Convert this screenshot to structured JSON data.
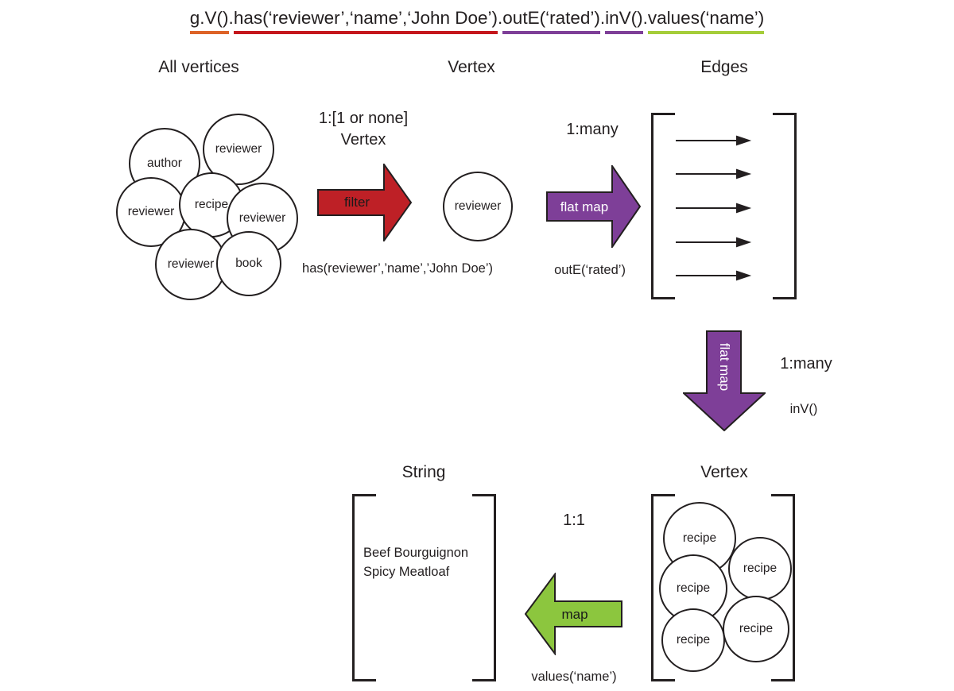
{
  "title": {
    "segments": [
      {
        "text": "g.V()",
        "underline": "#DD6327"
      },
      {
        "text": ".",
        "underline": "transparent"
      },
      {
        "text": "has(‘reviewer’,‘name’,‘John Doe’)",
        "underline": "#C4161C"
      },
      {
        "text": ".",
        "underline": "transparent"
      },
      {
        "text": "outE(‘rated’)",
        "underline": "#7E3F98"
      },
      {
        "text": ".",
        "underline": "transparent"
      },
      {
        "text": "inV()",
        "underline": "#7E3F98"
      },
      {
        "text": ".",
        "underline": "transparent"
      },
      {
        "text": "values(‘name’)",
        "underline": "#A5CD39"
      }
    ]
  },
  "sections": {
    "all_vertices": {
      "heading": "All vertices",
      "nodes": [
        "author",
        "reviewer",
        "reviewer",
        "recipe",
        "reviewer",
        "reviewer",
        "book"
      ]
    },
    "vertex_single": {
      "heading": "Vertex",
      "node": "reviewer"
    },
    "edges": {
      "heading": "Edges",
      "edge_count": 5
    },
    "vertex_result": {
      "heading": "Vertex",
      "nodes": [
        "recipe",
        "recipe",
        "recipe",
        "recipe",
        "recipe"
      ]
    },
    "string_result": {
      "heading": "String",
      "values": [
        "Beef Bourguignon",
        "Spicy Meatloaf"
      ]
    }
  },
  "steps": {
    "has": {
      "arrow_label": "filter",
      "cardinality": "1:[1 or none]",
      "result_type": "Vertex",
      "code": "has(reviewer’,’name’,’John Doe’)",
      "color": "#BE2026"
    },
    "outE": {
      "arrow_label": "flat map",
      "cardinality": "1:many",
      "code": "outE(‘rated’)",
      "color": "#7E3F98"
    },
    "inV": {
      "arrow_label": "flat map",
      "cardinality": "1:many",
      "code": "inV()",
      "color": "#7E3F98"
    },
    "values": {
      "arrow_label": "map",
      "cardinality": "1:1",
      "code": "values(‘name’)",
      "color": "#8CC63E"
    }
  },
  "colors": {
    "outline_black": "#231f20",
    "filter_red": "#BE2026",
    "flatmap_purple": "#7E3F98",
    "map_green": "#8CC63E",
    "underline_orange": "#DD6327",
    "underline_red": "#C4161C",
    "underline_green": "#A5CD39"
  }
}
